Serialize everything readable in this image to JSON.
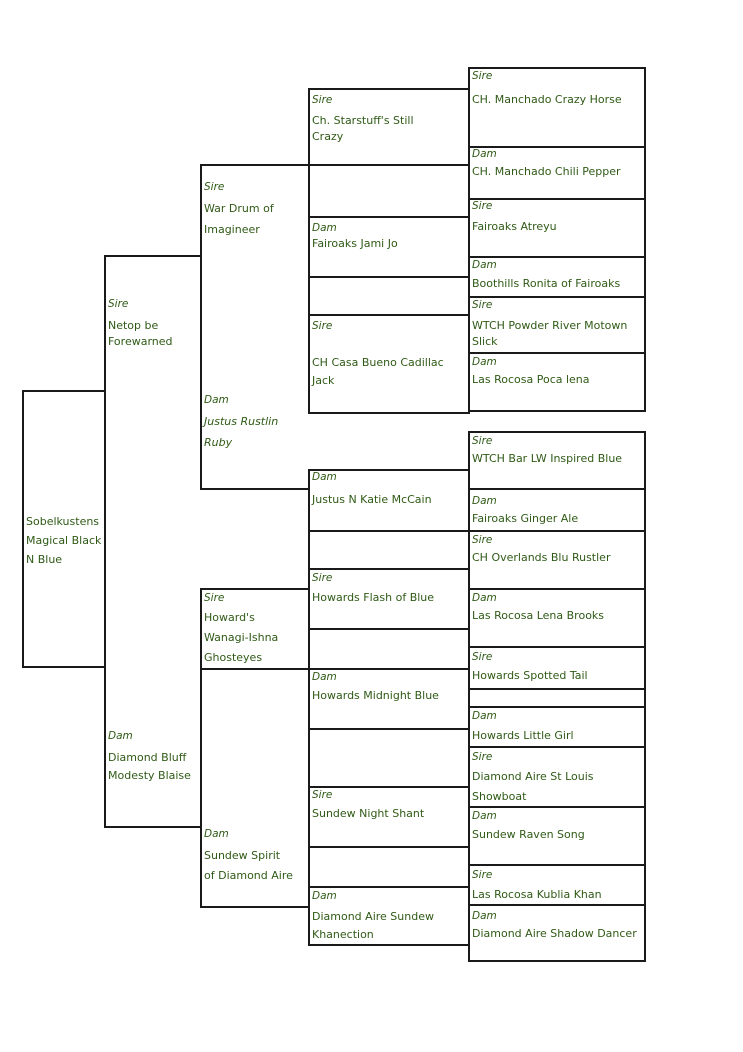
{
  "pedigree": {
    "subject": {
      "name": "Sobelkustens\nMagical Black\nN Blue"
    },
    "sire": {
      "label": "Sire",
      "name": "Netop be\nForewarned"
    },
    "dam": {
      "label": "Dam",
      "name": "Diamond Bluff\nModesty Blaise"
    },
    "g3": [
      {
        "label": "Sire",
        "name": "War Drum of\nImagineer"
      },
      {
        "label": "Dam",
        "name": "Justus Rustlin\nRuby"
      },
      {
        "label": "Sire",
        "name": "Howard's\nWanagi-Ishna\nGhosteyes"
      },
      {
        "label": "Dam",
        "name": "Sundew Spirit\nof Diamond Aire"
      }
    ],
    "g4": [
      {
        "label": "Sire",
        "name": "Ch. Starstuff's Still\nCrazy"
      },
      {
        "label": "Dam",
        "name": "Fairoaks Jami Jo"
      },
      {
        "label": "Sire",
        "name": "CH Casa Bueno Cadillac\nJack"
      },
      {
        "label": "Dam",
        "name": "Justus N Katie McCain"
      },
      {
        "label": "Sire",
        "name": "Howards Flash of Blue"
      },
      {
        "label": "Dam",
        "name": "Howards Midnight Blue"
      },
      {
        "label": "Sire",
        "name": "Sundew Night Shant"
      },
      {
        "label": "Dam",
        "name": "Diamond Aire Sundew\nKhanection"
      }
    ],
    "g5": [
      {
        "label": "Sire",
        "name": "CH. Manchado Crazy Horse"
      },
      {
        "label": "Dam",
        "name": "CH. Manchado Chili Pepper"
      },
      {
        "label": "Sire",
        "name": "Fairoaks Atreyu"
      },
      {
        "label": "Dam",
        "name": "Boothills Ronita of Fairoaks"
      },
      {
        "label": "Sire",
        "name": "WTCH Powder River Motown\nSlick"
      },
      {
        "label": "Dam",
        "name": "Las Rocosa Poca lena"
      },
      {
        "label": "Sire",
        "name": "WTCH Bar LW Inspired Blue"
      },
      {
        "label": "Dam",
        "name": "Fairoaks Ginger Ale"
      },
      {
        "label": "Sire",
        "name": "CH Overlands Blu Rustler"
      },
      {
        "label": "Dam",
        "name": "Las Rocosa Lena Brooks"
      },
      {
        "label": "Sire",
        "name": "Howards Spotted Tail"
      },
      {
        "label": "Dam",
        "name": "Howards Little Girl"
      },
      {
        "label": "Sire",
        "name": "Diamond Aire St Louis\nShowboat"
      },
      {
        "label": "Dam",
        "name": "Sundew Raven Song"
      },
      {
        "label": "Sire",
        "name": "Las Rocosa Kublia Khan"
      },
      {
        "label": "Dam",
        "name": "Diamond Aire Shadow Dancer"
      }
    ]
  }
}
